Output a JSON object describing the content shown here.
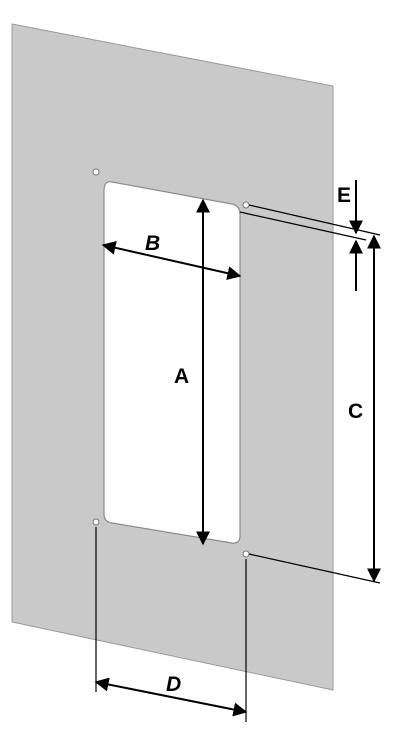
{
  "dimension_labels": {
    "a": "A",
    "b": "B",
    "c": "C",
    "d": "D",
    "e": "E"
  },
  "colors": {
    "plate": "#c9c9c9",
    "plate_edge": "#9a9a9a",
    "cutout": "#ffffff",
    "dimension_lines": "#000000"
  }
}
